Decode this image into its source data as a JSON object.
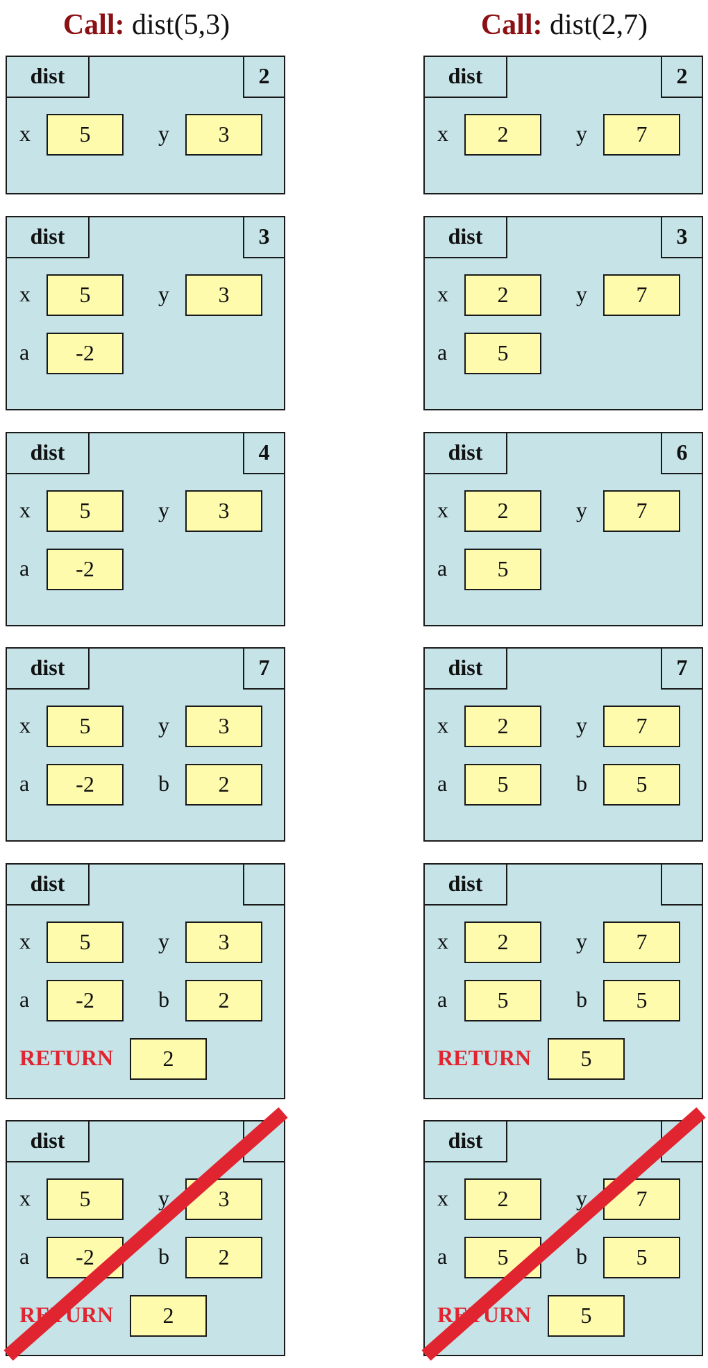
{
  "columns": [
    {
      "call_keyword": "Call:",
      "call_expr": "dist(5,3)",
      "frames": [
        {
          "name": "dist",
          "pc": "2",
          "rows": [
            [
              {
                "label": "x",
                "value": "5"
              },
              {
                "label": "y",
                "value": "3"
              }
            ]
          ],
          "return": null,
          "crossed": false
        },
        {
          "name": "dist",
          "pc": "3",
          "rows": [
            [
              {
                "label": "x",
                "value": "5"
              },
              {
                "label": "y",
                "value": "3"
              }
            ],
            [
              {
                "label": "a",
                "value": "-2"
              }
            ]
          ],
          "return": null,
          "crossed": false
        },
        {
          "name": "dist",
          "pc": "4",
          "rows": [
            [
              {
                "label": "x",
                "value": "5"
              },
              {
                "label": "y",
                "value": "3"
              }
            ],
            [
              {
                "label": "a",
                "value": "-2"
              }
            ]
          ],
          "return": null,
          "crossed": false
        },
        {
          "name": "dist",
          "pc": "7",
          "rows": [
            [
              {
                "label": "x",
                "value": "5"
              },
              {
                "label": "y",
                "value": "3"
              }
            ],
            [
              {
                "label": "a",
                "value": "-2"
              },
              {
                "label": "b",
                "value": "2"
              }
            ]
          ],
          "return": null,
          "crossed": false
        },
        {
          "name": "dist",
          "pc": "",
          "rows": [
            [
              {
                "label": "x",
                "value": "5"
              },
              {
                "label": "y",
                "value": "3"
              }
            ],
            [
              {
                "label": "a",
                "value": "-2"
              },
              {
                "label": "b",
                "value": "2"
              }
            ]
          ],
          "return": {
            "label": "RETURN",
            "value": "2"
          },
          "crossed": false
        },
        {
          "name": "dist",
          "pc": "",
          "rows": [
            [
              {
                "label": "x",
                "value": "5"
              },
              {
                "label": "y",
                "value": "3"
              }
            ],
            [
              {
                "label": "a",
                "value": "-2"
              },
              {
                "label": "b",
                "value": "2"
              }
            ]
          ],
          "return": {
            "label": "RETURN",
            "value": "2"
          },
          "crossed": true
        }
      ]
    },
    {
      "call_keyword": "Call:",
      "call_expr": "dist(2,7)",
      "frames": [
        {
          "name": "dist",
          "pc": "2",
          "rows": [
            [
              {
                "label": "x",
                "value": "2"
              },
              {
                "label": "y",
                "value": "7"
              }
            ]
          ],
          "return": null,
          "crossed": false
        },
        {
          "name": "dist",
          "pc": "3",
          "rows": [
            [
              {
                "label": "x",
                "value": "2"
              },
              {
                "label": "y",
                "value": "7"
              }
            ],
            [
              {
                "label": "a",
                "value": "5"
              }
            ]
          ],
          "return": null,
          "crossed": false
        },
        {
          "name": "dist",
          "pc": "6",
          "rows": [
            [
              {
                "label": "x",
                "value": "2"
              },
              {
                "label": "y",
                "value": "7"
              }
            ],
            [
              {
                "label": "a",
                "value": "5"
              }
            ]
          ],
          "return": null,
          "crossed": false
        },
        {
          "name": "dist",
          "pc": "7",
          "rows": [
            [
              {
                "label": "x",
                "value": "2"
              },
              {
                "label": "y",
                "value": "7"
              }
            ],
            [
              {
                "label": "a",
                "value": "5"
              },
              {
                "label": "b",
                "value": "5"
              }
            ]
          ],
          "return": null,
          "crossed": false
        },
        {
          "name": "dist",
          "pc": "",
          "rows": [
            [
              {
                "label": "x",
                "value": "2"
              },
              {
                "label": "y",
                "value": "7"
              }
            ],
            [
              {
                "label": "a",
                "value": "5"
              },
              {
                "label": "b",
                "value": "5"
              }
            ]
          ],
          "return": {
            "label": "RETURN",
            "value": "5"
          },
          "crossed": false
        },
        {
          "name": "dist",
          "pc": "",
          "rows": [
            [
              {
                "label": "x",
                "value": "2"
              },
              {
                "label": "y",
                "value": "7"
              }
            ],
            [
              {
                "label": "a",
                "value": "5"
              },
              {
                "label": "b",
                "value": "5"
              }
            ]
          ],
          "return": {
            "label": "RETURN",
            "value": "5"
          },
          "crossed": true
        }
      ]
    }
  ],
  "colors": {
    "frame_bg": "#c6e4e8",
    "value_box_bg": "#fefbac",
    "call_keyword": "#8b1014",
    "return_label": "#e02530",
    "strike": "#e02530"
  }
}
